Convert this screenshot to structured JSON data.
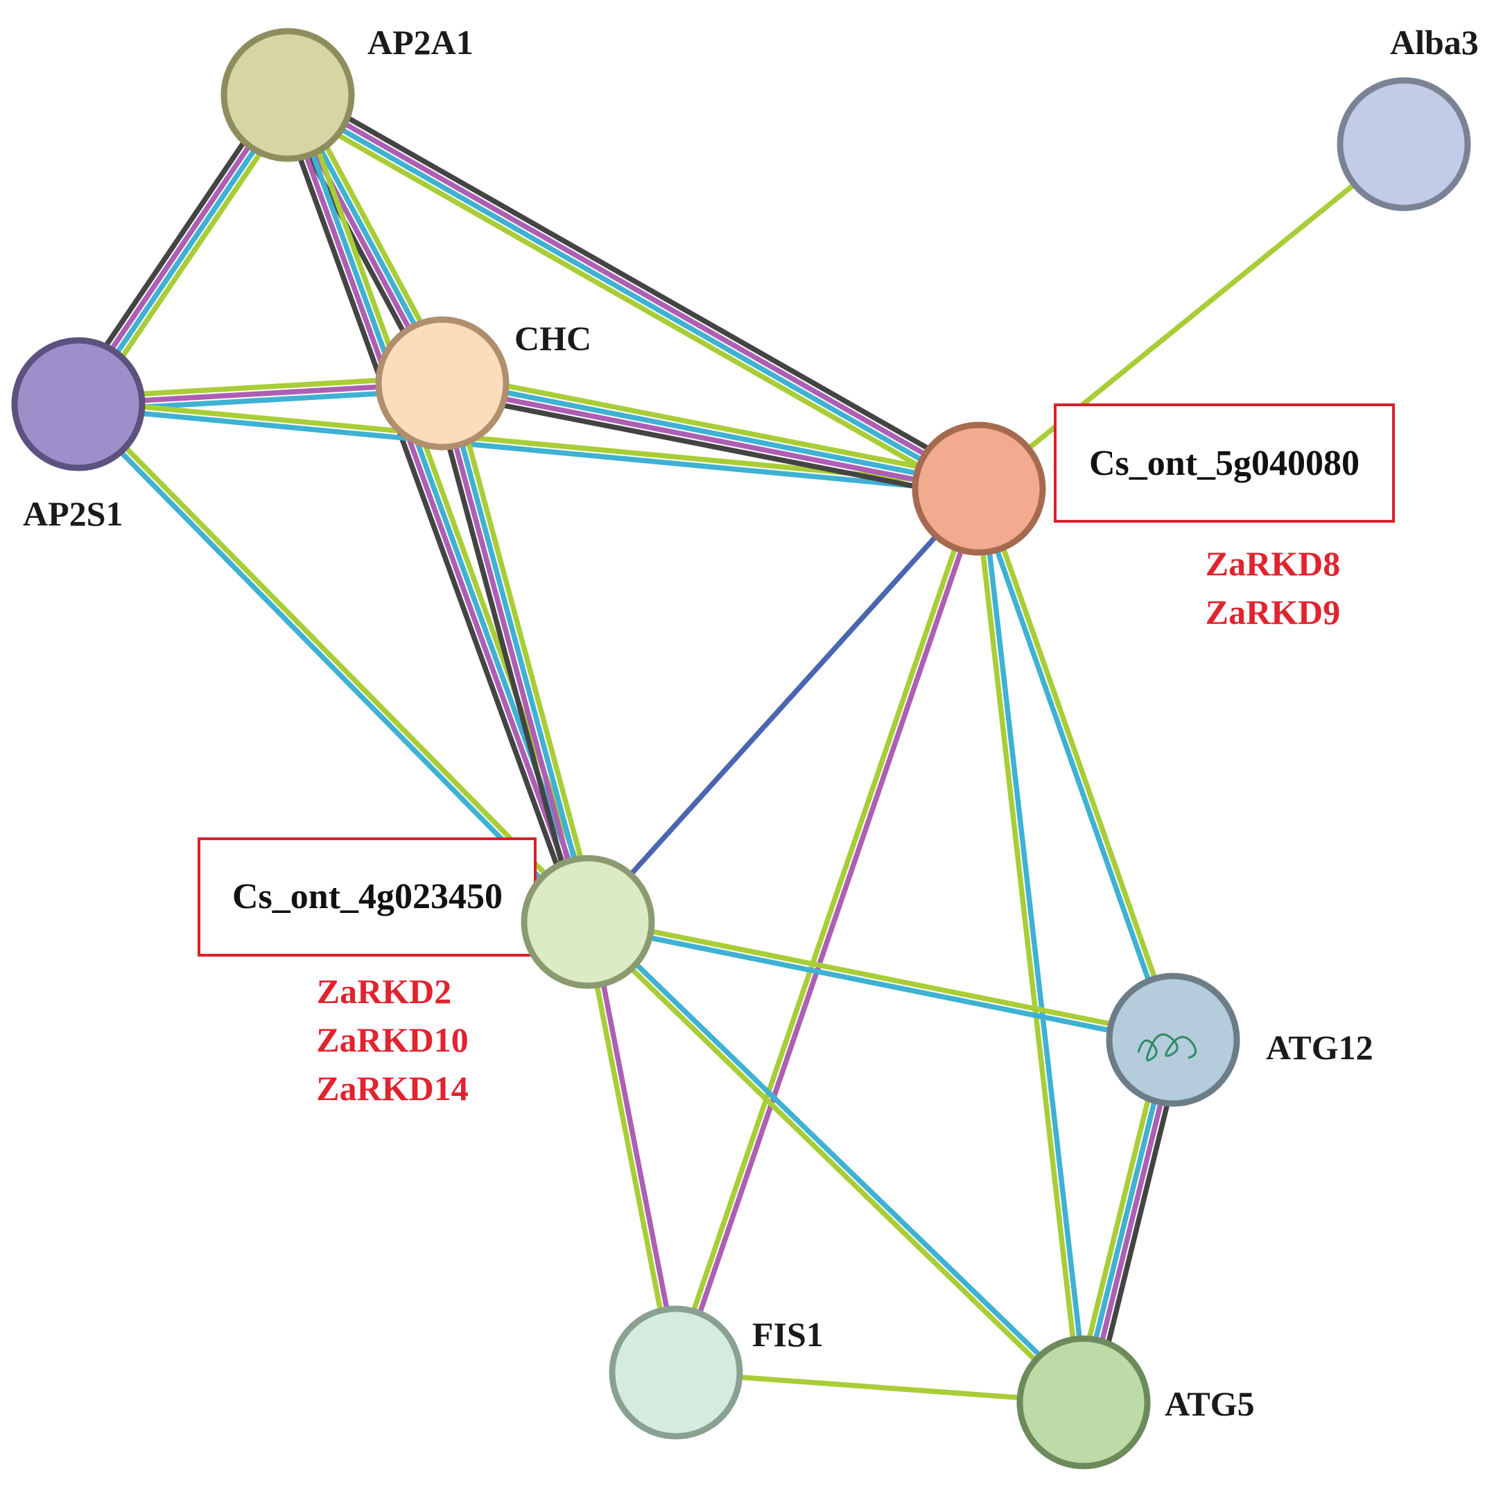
{
  "colors": {
    "text_gene_alias": "#e0242f",
    "highlight_box": "#d9202a",
    "edge_textmining": "#a9cd37",
    "edge_database": "#3fb1d3",
    "edge_experiment": "#ad5fb3",
    "edge_coexpression": "#444444",
    "edge_homology": "#4a66b0"
  },
  "nodes": [
    {
      "id": "AP2A1",
      "label": "AP2A1",
      "fill": "#d6d6a4",
      "stroke": "#8d8d5e"
    },
    {
      "id": "Alba3",
      "label": "Alba3",
      "fill": "#c3cce6",
      "stroke": "#7c8296"
    },
    {
      "id": "AP2S1",
      "label": "AP2S1",
      "fill": "#9d8fca",
      "stroke": "#5c5280"
    },
    {
      "id": "CHC",
      "label": "CHC",
      "fill": "#fbdcbb",
      "stroke": "#b08e6e"
    },
    {
      "id": "Cs_ont_5g040080",
      "label": "Cs_ont_5g040080",
      "fill": "#f2ab8e",
      "stroke": "#a66a50",
      "highlight": true,
      "aliases": [
        "ZaRKD8",
        "ZaRKD9"
      ]
    },
    {
      "id": "Cs_ont_4g023450",
      "label": "Cs_ont_4g023450",
      "fill": "#dcebc3",
      "stroke": "#8c9a72",
      "highlight": true,
      "aliases": [
        "ZaRKD2",
        "ZaRKD10",
        "ZaRKD14"
      ]
    },
    {
      "id": "ATG12",
      "label": "ATG12",
      "fill": "#b4ccdb",
      "stroke": "#6c7d88",
      "has_structure": true
    },
    {
      "id": "FIS1",
      "label": "FIS1",
      "fill": "#d6ebe0",
      "stroke": "#8aa090"
    },
    {
      "id": "ATG5",
      "label": "ATG5",
      "fill": "#bcdba6",
      "stroke": "#6d8a5c"
    }
  ],
  "edges": [
    {
      "source": "AP2A1",
      "target": "AP2S1",
      "types": [
        "textmining",
        "database",
        "experiment",
        "coexpression"
      ]
    },
    {
      "source": "AP2A1",
      "target": "CHC",
      "types": [
        "textmining",
        "database",
        "experiment",
        "coexpression"
      ]
    },
    {
      "source": "AP2A1",
      "target": "Cs_ont_5g040080",
      "types": [
        "coexpression",
        "experiment",
        "database",
        "textmining"
      ]
    },
    {
      "source": "AP2A1",
      "target": "Cs_ont_4g023450",
      "types": [
        "textmining",
        "database",
        "experiment",
        "coexpression"
      ]
    },
    {
      "source": "AP2S1",
      "target": "CHC",
      "types": [
        "textmining",
        "experiment",
        "database"
      ]
    },
    {
      "source": "AP2S1",
      "target": "Cs_ont_5g040080",
      "types": [
        "textmining",
        "database"
      ]
    },
    {
      "source": "AP2S1",
      "target": "Cs_ont_4g023450",
      "types": [
        "textmining",
        "database"
      ]
    },
    {
      "source": "CHC",
      "target": "Cs_ont_5g040080",
      "types": [
        "textmining",
        "database",
        "experiment",
        "coexpression"
      ]
    },
    {
      "source": "CHC",
      "target": "Cs_ont_4g023450",
      "types": [
        "textmining",
        "database",
        "experiment",
        "coexpression"
      ]
    },
    {
      "source": "Alba3",
      "target": "Cs_ont_5g040080",
      "types": [
        "textmining"
      ]
    },
    {
      "source": "Cs_ont_5g040080",
      "target": "Cs_ont_4g023450",
      "types": [
        "homology"
      ]
    },
    {
      "source": "Cs_ont_5g040080",
      "target": "FIS1",
      "types": [
        "experiment",
        "textmining"
      ]
    },
    {
      "source": "Cs_ont_5g040080",
      "target": "ATG5",
      "types": [
        "database",
        "textmining"
      ]
    },
    {
      "source": "Cs_ont_5g040080",
      "target": "ATG12",
      "types": [
        "textmining",
        "database"
      ]
    },
    {
      "source": "Cs_ont_4g023450",
      "target": "ATG12",
      "types": [
        "textmining",
        "database"
      ]
    },
    {
      "source": "Cs_ont_4g023450",
      "target": "FIS1",
      "types": [
        "experiment",
        "textmining"
      ]
    },
    {
      "source": "Cs_ont_4g023450",
      "target": "ATG5",
      "types": [
        "database",
        "textmining"
      ]
    },
    {
      "source": "ATG12",
      "target": "ATG5",
      "types": [
        "coexpression",
        "experiment",
        "database",
        "textmining"
      ]
    },
    {
      "source": "FIS1",
      "target": "ATG5",
      "types": [
        "textmining"
      ]
    }
  ]
}
